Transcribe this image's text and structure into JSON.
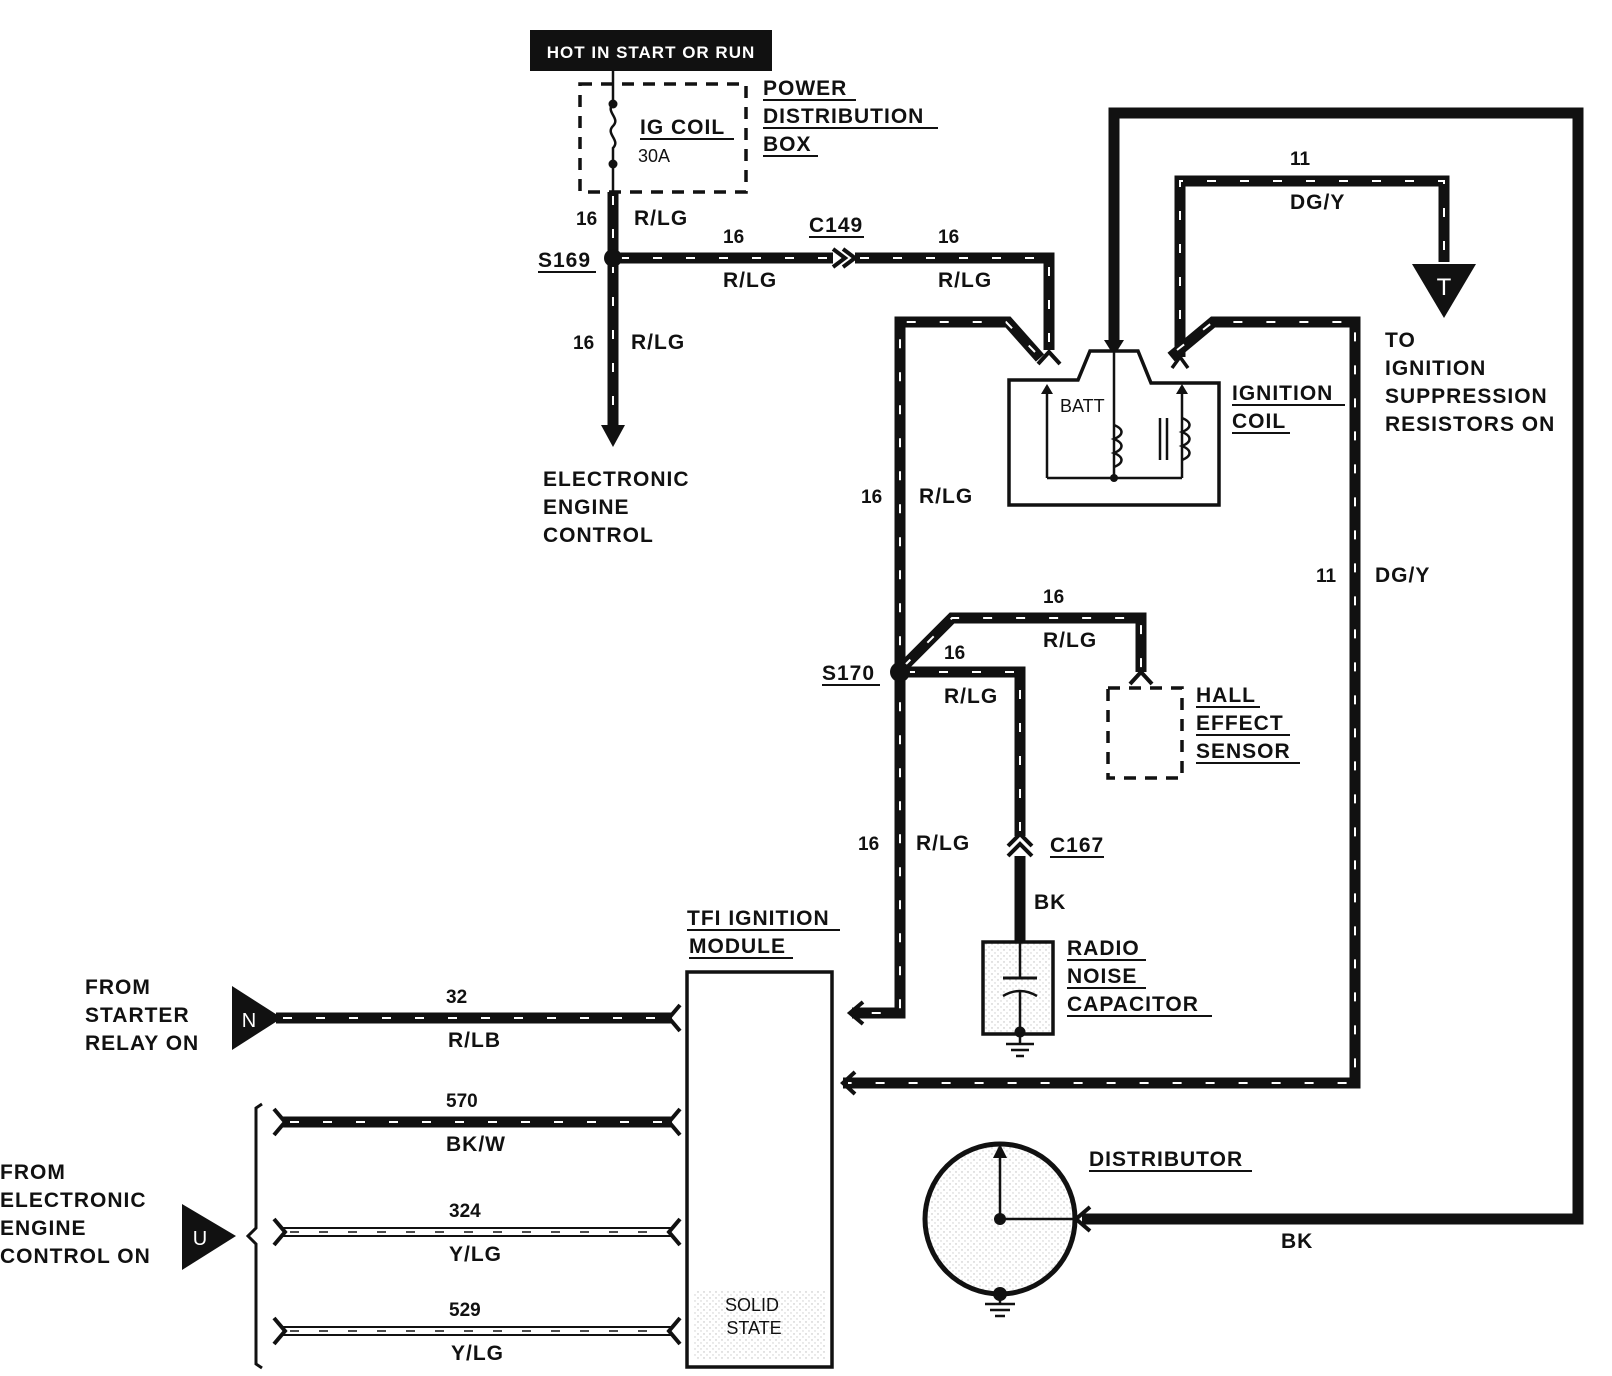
{
  "header": {
    "hot_label": "HOT IN START OR RUN"
  },
  "power_box": {
    "fuse_name": "IG COIL",
    "fuse_rating": "30A",
    "title_lines": [
      "POWER",
      "DISTRIBUTION",
      "BOX"
    ]
  },
  "splices": {
    "s169": "S169",
    "s170": "S170"
  },
  "connectors": {
    "c149": "C149",
    "c167": "C167"
  },
  "wires": {
    "w1": {
      "gauge": "16",
      "color": "R/LG"
    },
    "w2": {
      "gauge": "16",
      "color": "R/LG"
    },
    "w3": {
      "gauge": "16",
      "color": "R/LG"
    },
    "w4": {
      "gauge": "16",
      "color": "R/LG"
    },
    "w5": {
      "gauge": "16",
      "color": "R/LG"
    },
    "w6": {
      "gauge": "16",
      "color": "R/LG"
    },
    "w7": {
      "gauge": "16",
      "color": "R/LG"
    },
    "w8": {
      "gauge": "16",
      "color": "R/LG"
    },
    "w_dgy_top": {
      "gauge": "11",
      "color": "DG/Y"
    },
    "w_dgy_side": {
      "gauge": "11",
      "color": "DG/Y"
    },
    "w_bk_cap": {
      "color": "BK"
    },
    "w_bk_dist": {
      "color": "BK"
    },
    "w_starter": {
      "gauge": "32",
      "color": "R/LB"
    },
    "w_570": {
      "gauge": "570",
      "color": "BK/W"
    },
    "w_324": {
      "gauge": "324",
      "color": "Y/LG"
    },
    "w_529": {
      "gauge": "529",
      "color": "Y/LG"
    }
  },
  "eec": {
    "lines": [
      "ELECTRONIC",
      "ENGINE",
      "CONTROL"
    ]
  },
  "ignition_coil": {
    "batt_label": "BATT",
    "title_lines": [
      "IGNITION",
      "COIL"
    ]
  },
  "suppression": {
    "arrow_letter": "T",
    "lines": [
      "TO",
      "IGNITION",
      "SUPPRESSION",
      "RESISTORS ON"
    ]
  },
  "hall_sensor": {
    "lines": [
      "HALL",
      "EFFECT",
      "SENSOR"
    ]
  },
  "radio_cap": {
    "lines": [
      "RADIO",
      "NOISE",
      "CAPACITOR"
    ]
  },
  "tfi_module": {
    "title_lines": [
      "TFI IGNITION",
      "MODULE"
    ],
    "inner_lines": [
      "SOLID",
      "STATE"
    ]
  },
  "starter": {
    "arrow_letter": "N",
    "lines": [
      "FROM",
      "STARTER",
      "RELAY ON"
    ]
  },
  "eec_input": {
    "arrow_letter": "U",
    "lines": [
      "FROM",
      "ELECTRONIC",
      "ENGINE",
      "CONTROL ON"
    ]
  },
  "distributor": {
    "title": "DISTRIBUTOR"
  }
}
